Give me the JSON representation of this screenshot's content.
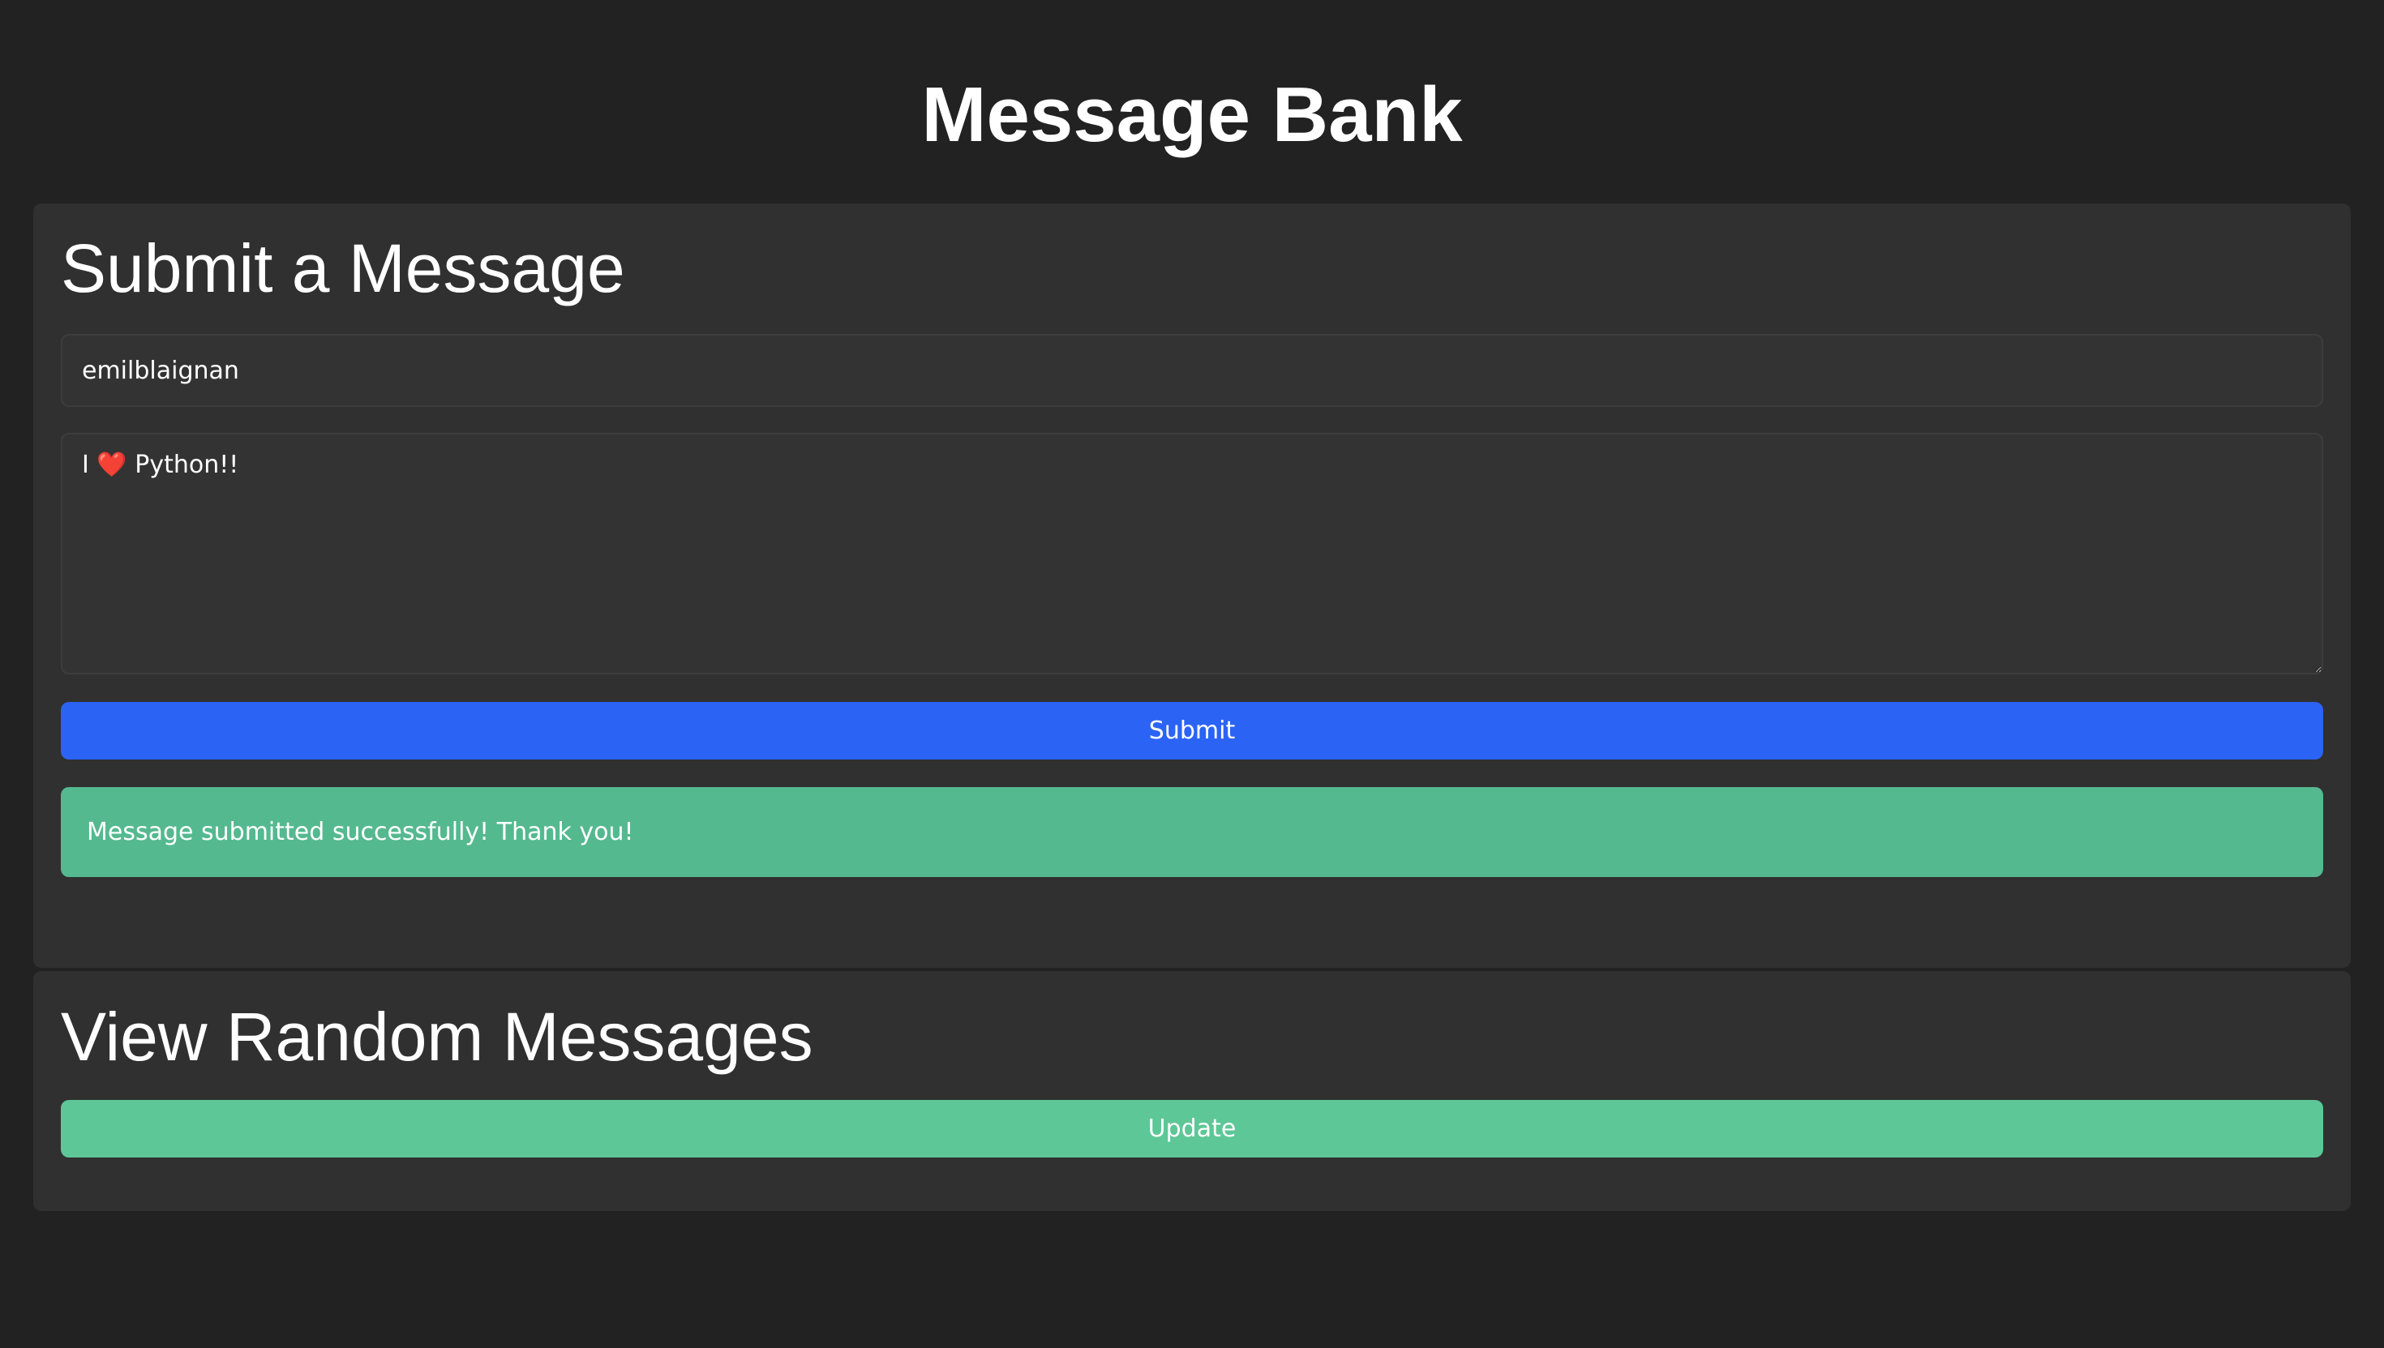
{
  "page": {
    "title": "Message Bank"
  },
  "submit_section": {
    "heading": "Submit a Message",
    "name_value": "emilblaignan",
    "message_value": "I ❤️ Python!!",
    "submit_label": "Submit",
    "success_message": "Message submitted successfully! Thank you!"
  },
  "view_section": {
    "heading": "View Random Messages",
    "update_label": "Update"
  },
  "colors": {
    "background": "#222222",
    "card": "#303030",
    "submit": "#2b63f5",
    "success": "#55b990",
    "update": "#5dc797"
  }
}
